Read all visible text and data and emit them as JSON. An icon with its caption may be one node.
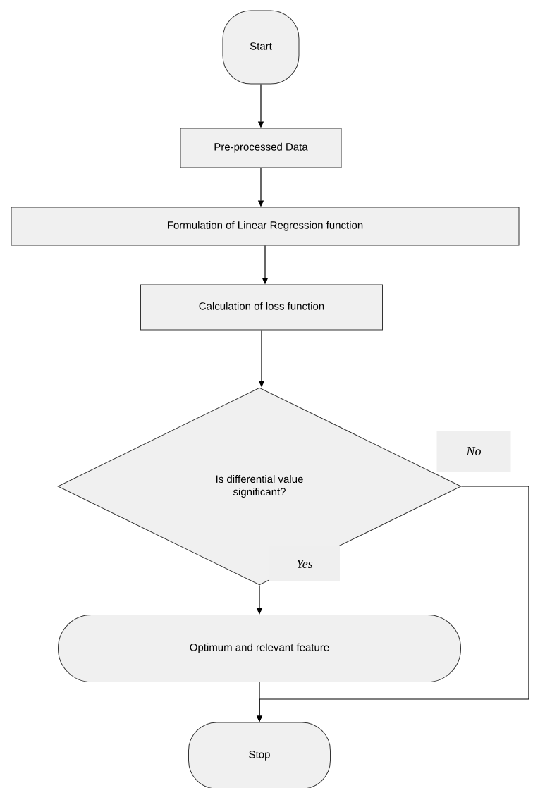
{
  "diagram": {
    "nodes": [
      {
        "text": [
          "Start"
        ]
      },
      {
        "text": [
          "Pre-processed Data"
        ]
      },
      {
        "text": [
          "Formulation of Linear Regression function"
        ]
      },
      {
        "text": [
          "Calculation of loss function"
        ]
      },
      {
        "text": [
          "Is differential value significant?"
        ]
      },
      {
        "text": [
          "Optimum and relevant feature"
        ]
      },
      {
        "text": [
          "Stop"
        ]
      }
    ],
    "edges": [
      {
        "from": 0,
        "to": 1,
        "arrow": "to"
      },
      {
        "from": 1,
        "to": 2,
        "arrow": "to"
      },
      {
        "from": 2,
        "to": 3,
        "arrow": "to"
      },
      {
        "from": 3,
        "to": 4,
        "arrow": "to"
      },
      {
        "from": 4,
        "to": 5,
        "arrow": "to",
        "label": "Yes"
      },
      {
        "from": 4,
        "to": 6,
        "arrow": "to",
        "label": "No"
      },
      {
        "from": 5,
        "to": 6,
        "arrow": "to"
      }
    ]
  }
}
